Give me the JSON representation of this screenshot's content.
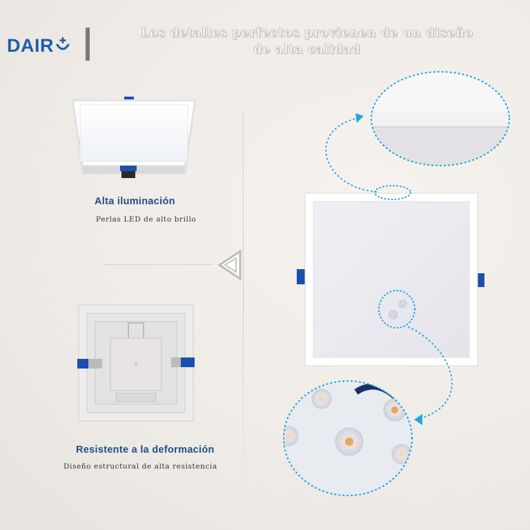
{
  "brand": {
    "logo_text": "DAIR",
    "logo_color": "#1c5fa8"
  },
  "headline": {
    "line1": "Los detalles perfectos provienen de un diseño",
    "line2": "de alta calidad"
  },
  "features": [
    {
      "title": "Alta iluminación",
      "subtitle": "Perlas LED de alto brillo"
    },
    {
      "title": "Resistente a la deformación",
      "subtitle": "Diseño estructural de alta resistencia"
    }
  ],
  "colors": {
    "caption_title": "#1f4f86",
    "dotted_callout": "#21a6dc",
    "clip_blue": "#1a4fb0"
  },
  "icons": {
    "nav_arrow": "left-triangle-icon",
    "callout": "dotted-arrow-icon"
  }
}
